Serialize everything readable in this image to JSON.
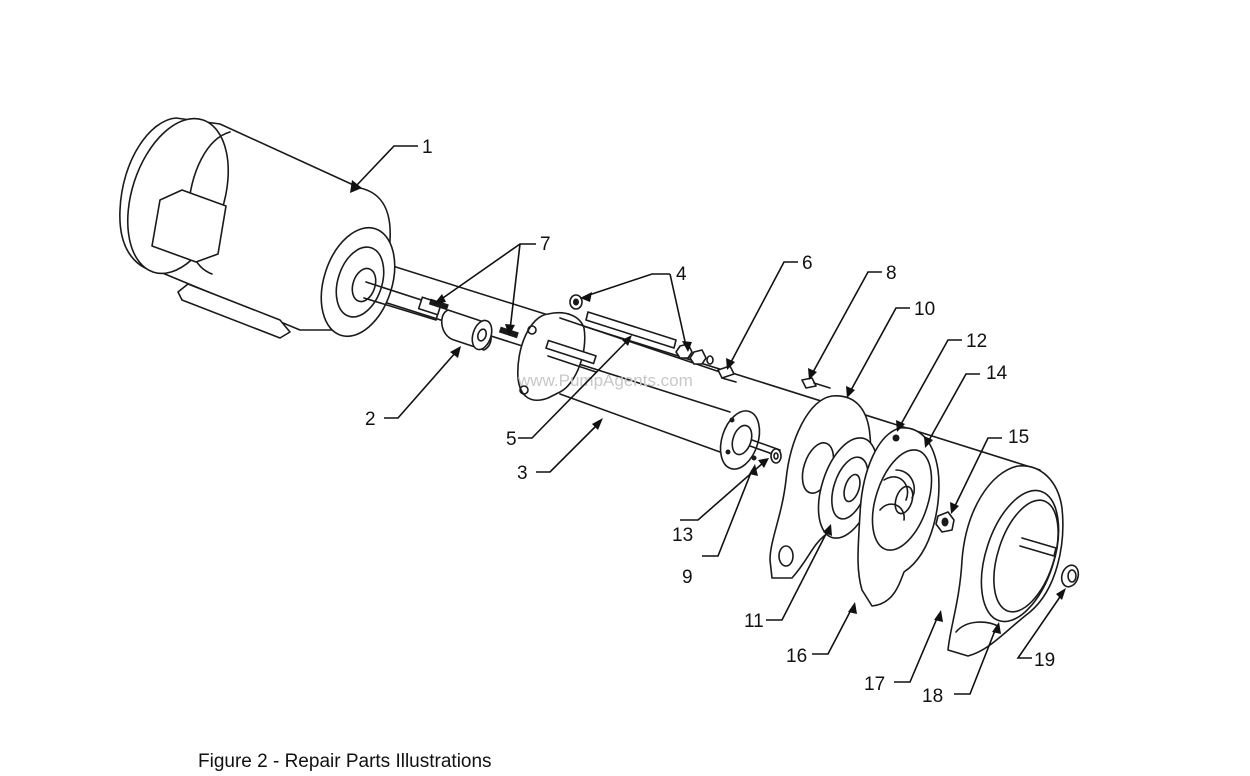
{
  "caption": "Figure 2 - Repair Parts Illustrations",
  "watermark": "www.PumpAgents.com",
  "callouts": {
    "c1": "1",
    "c2": "2",
    "c3": "3",
    "c4": "4",
    "c5": "5",
    "c6": "6",
    "c7": "7",
    "c8": "8",
    "c9": "9",
    "c10": "10",
    "c11": "11",
    "c12": "12",
    "c13": "13",
    "c14": "14",
    "c15": "15",
    "c16": "16",
    "c17": "17",
    "c18": "18",
    "c19": "19"
  }
}
